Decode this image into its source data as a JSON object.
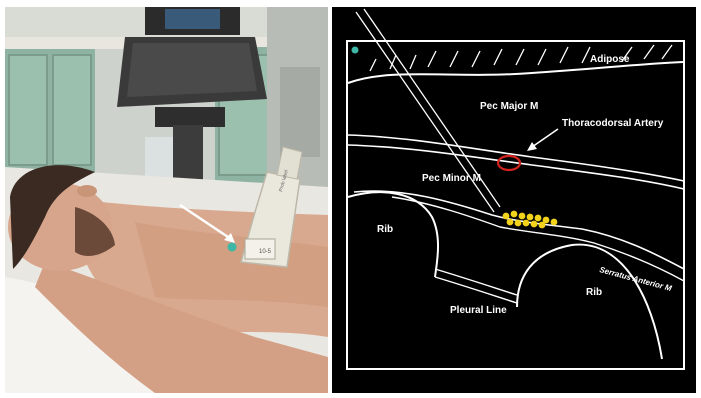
{
  "photo": {
    "probe_text_side": "Prob label",
    "probe_text_face": "10-5"
  },
  "diagram": {
    "labels": {
      "adipose": "Adipose",
      "pec_major": "Pec Major M",
      "thoracodorsal_artery": "Thoracodorsal Artery",
      "pec_minor": "Pec Minor M",
      "rib_left": "Rib",
      "rib_right": "Rib",
      "serratus_anterior": "Serratus Anterior M",
      "pleural_line": "Pleural Line"
    },
    "colors": {
      "background": "#000000",
      "lines": "#ffffff",
      "artery": "#d2231e",
      "nerves": "#f2d21b",
      "marker": "#3fb7a6"
    }
  }
}
